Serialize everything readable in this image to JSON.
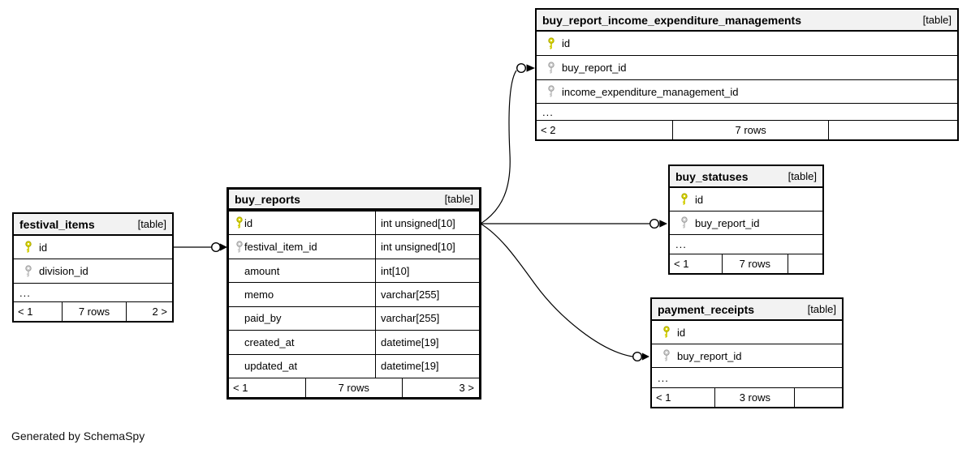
{
  "credit": "Generated by SchemaSpy",
  "colors": {
    "primary_key": "#d6d600",
    "foreign_key": "#c9c9c9",
    "header_bg": "#f2f2f2",
    "border": "#000000",
    "background": "#ffffff"
  },
  "tables": {
    "buy_report_income_expenditure_managements": {
      "name": "buy_report_income_expenditure_managements",
      "tag": "[table]",
      "columns": [
        {
          "name": "id",
          "key": "primary"
        },
        {
          "name": "buy_report_id",
          "key": "foreign"
        },
        {
          "name": "income_expenditure_management_id",
          "key": "foreign"
        }
      ],
      "ellipsis": "...",
      "footer": {
        "left": "< 2",
        "center": "7 rows",
        "right": ""
      }
    },
    "buy_statuses": {
      "name": "buy_statuses",
      "tag": "[table]",
      "columns": [
        {
          "name": "id",
          "key": "primary"
        },
        {
          "name": "buy_report_id",
          "key": "foreign"
        }
      ],
      "ellipsis": "...",
      "footer": {
        "left": "< 1",
        "center": "7 rows",
        "right": ""
      }
    },
    "payment_receipts": {
      "name": "payment_receipts",
      "tag": "[table]",
      "columns": [
        {
          "name": "id",
          "key": "primary"
        },
        {
          "name": "buy_report_id",
          "key": "foreign"
        }
      ],
      "ellipsis": "...",
      "footer": {
        "left": "< 1",
        "center": "3 rows",
        "right": ""
      }
    },
    "buy_reports": {
      "name": "buy_reports",
      "tag": "[table]",
      "columns": [
        {
          "name": "id",
          "type": "int unsigned[10]",
          "key": "primary"
        },
        {
          "name": "festival_item_id",
          "type": "int unsigned[10]",
          "key": "foreign"
        },
        {
          "name": "amount",
          "type": "int[10]"
        },
        {
          "name": "memo",
          "type": "varchar[255]"
        },
        {
          "name": "paid_by",
          "type": "varchar[255]"
        },
        {
          "name": "created_at",
          "type": "datetime[19]"
        },
        {
          "name": "updated_at",
          "type": "datetime[19]"
        }
      ],
      "footer": {
        "left": "< 1",
        "center": "7 rows",
        "right": "3 >"
      }
    },
    "festival_items": {
      "name": "festival_items",
      "tag": "[table]",
      "columns": [
        {
          "name": "id",
          "key": "primary"
        },
        {
          "name": "division_id",
          "key": "foreign"
        }
      ],
      "ellipsis": "...",
      "footer": {
        "left": "< 1",
        "center": "7 rows",
        "right": "2 >"
      }
    }
  },
  "relationships": [
    {
      "from": "festival_items.id",
      "to": "buy_reports.festival_item_id"
    },
    {
      "from": "buy_reports.id",
      "to": "buy_report_income_expenditure_managements.buy_report_id"
    },
    {
      "from": "buy_reports.id",
      "to": "buy_statuses.buy_report_id"
    },
    {
      "from": "buy_reports.id",
      "to": "payment_receipts.buy_report_id"
    }
  ]
}
